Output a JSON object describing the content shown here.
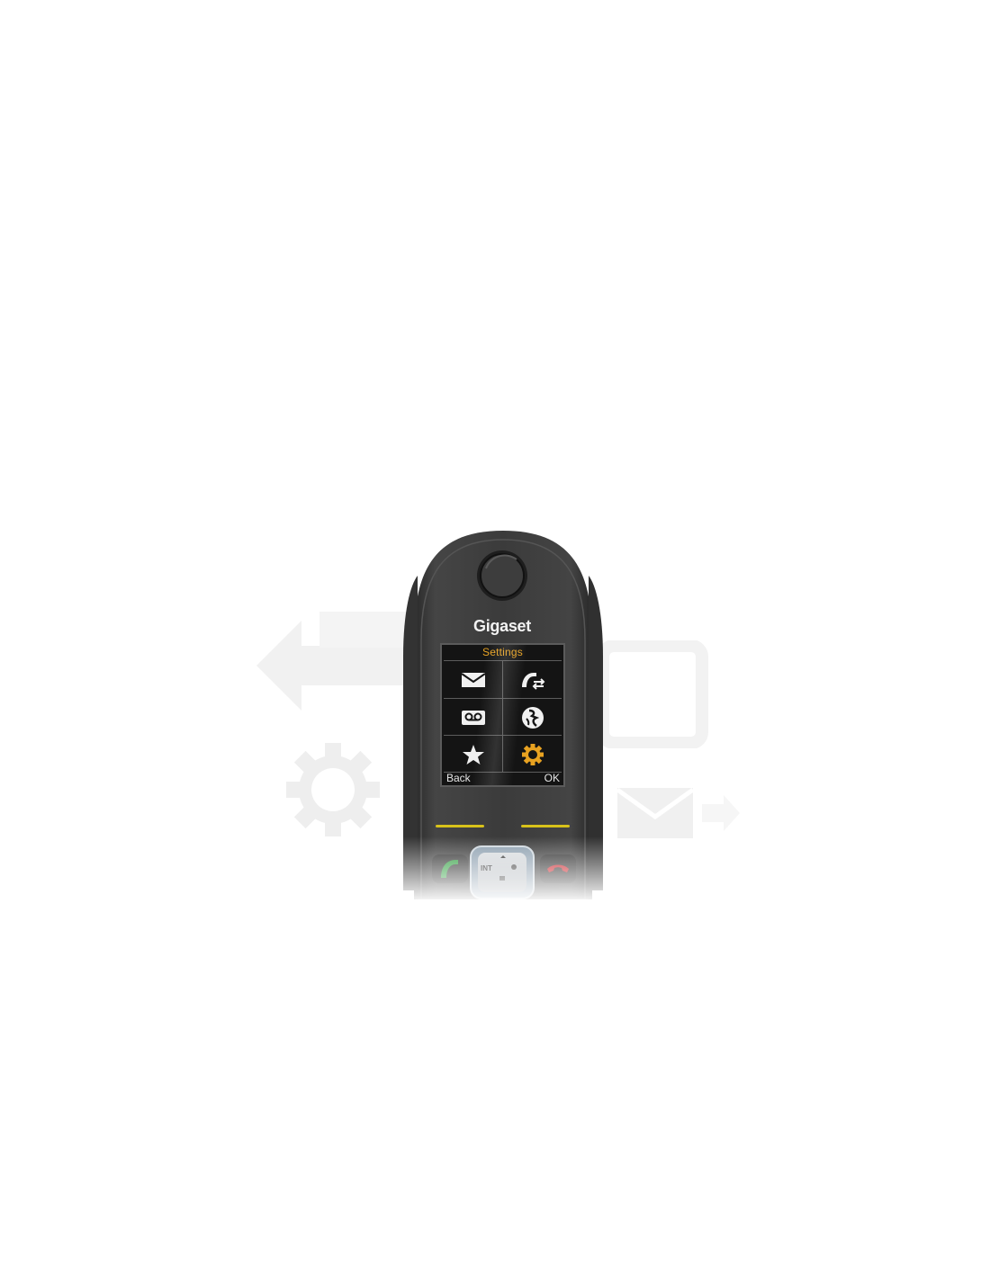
{
  "brand": {
    "name": "Gigaset"
  },
  "display": {
    "title": "Settings",
    "menu": [
      {
        "icon": "envelope-icon",
        "selected": false
      },
      {
        "icon": "call-transfer-icon",
        "selected": false
      },
      {
        "icon": "voicemail-icon",
        "selected": false
      },
      {
        "icon": "time-zone-icon",
        "selected": false
      },
      {
        "icon": "star-icon",
        "selected": false
      },
      {
        "icon": "gear-icon",
        "selected": true
      }
    ],
    "softkey_left": "Back",
    "softkey_right": "OK"
  },
  "keypad": {
    "int_label": "INT"
  },
  "colors": {
    "accent": "#e8a221",
    "screen_bg": "#141414",
    "body": "#3c3c3c",
    "call_green": "#2c9b3c",
    "end_red": "#c8242a",
    "softkey_line": "#d8c21a"
  }
}
